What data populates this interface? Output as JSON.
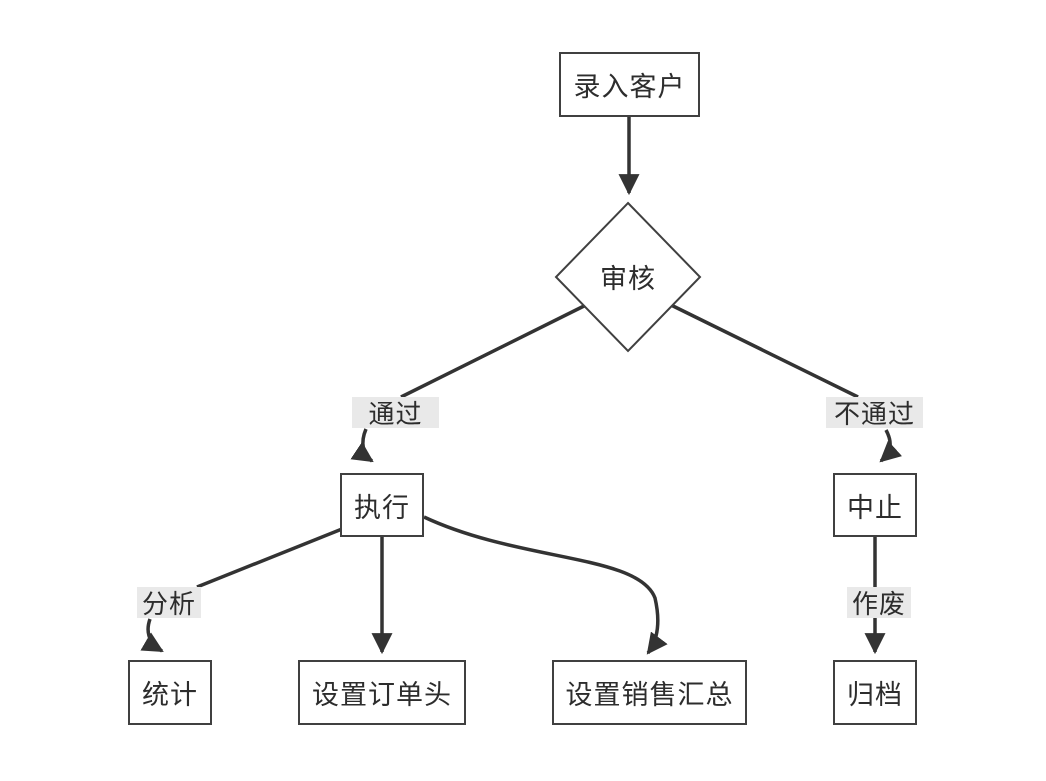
{
  "diagram": {
    "title": "customer-order-flowchart",
    "nodes": {
      "enter_customer": {
        "label": "录入客户",
        "shape": "rect"
      },
      "review": {
        "label": "审核",
        "shape": "diamond"
      },
      "execute": {
        "label": "执行",
        "shape": "rect"
      },
      "abort": {
        "label": "中止",
        "shape": "rect"
      },
      "statistics": {
        "label": "统计",
        "shape": "rect"
      },
      "set_order_header": {
        "label": "设置订单头",
        "shape": "rect"
      },
      "set_sales_summary": {
        "label": "设置销售汇总",
        "shape": "rect"
      },
      "archive": {
        "label": "归档",
        "shape": "rect"
      }
    },
    "edge_labels": {
      "pass": "通过",
      "fail": "不通过",
      "analyze": "分析",
      "void": "作废"
    },
    "edges": [
      {
        "from": "enter_customer",
        "to": "review",
        "label": ""
      },
      {
        "from": "review",
        "to": "execute",
        "label": "通过"
      },
      {
        "from": "review",
        "to": "abort",
        "label": "不通过"
      },
      {
        "from": "execute",
        "to": "statistics",
        "label": "分析"
      },
      {
        "from": "execute",
        "to": "set_order_header",
        "label": ""
      },
      {
        "from": "execute",
        "to": "set_sales_summary",
        "label": ""
      },
      {
        "from": "abort",
        "to": "archive",
        "label": "作废"
      }
    ],
    "colors": {
      "edge_line": "#333333",
      "node_border": "#404040",
      "node_fill": "#ffffff",
      "edge_label_bg": "#e9e9e9",
      "text": "#2d2d2d",
      "canvas_bg": "#ffffff"
    }
  }
}
